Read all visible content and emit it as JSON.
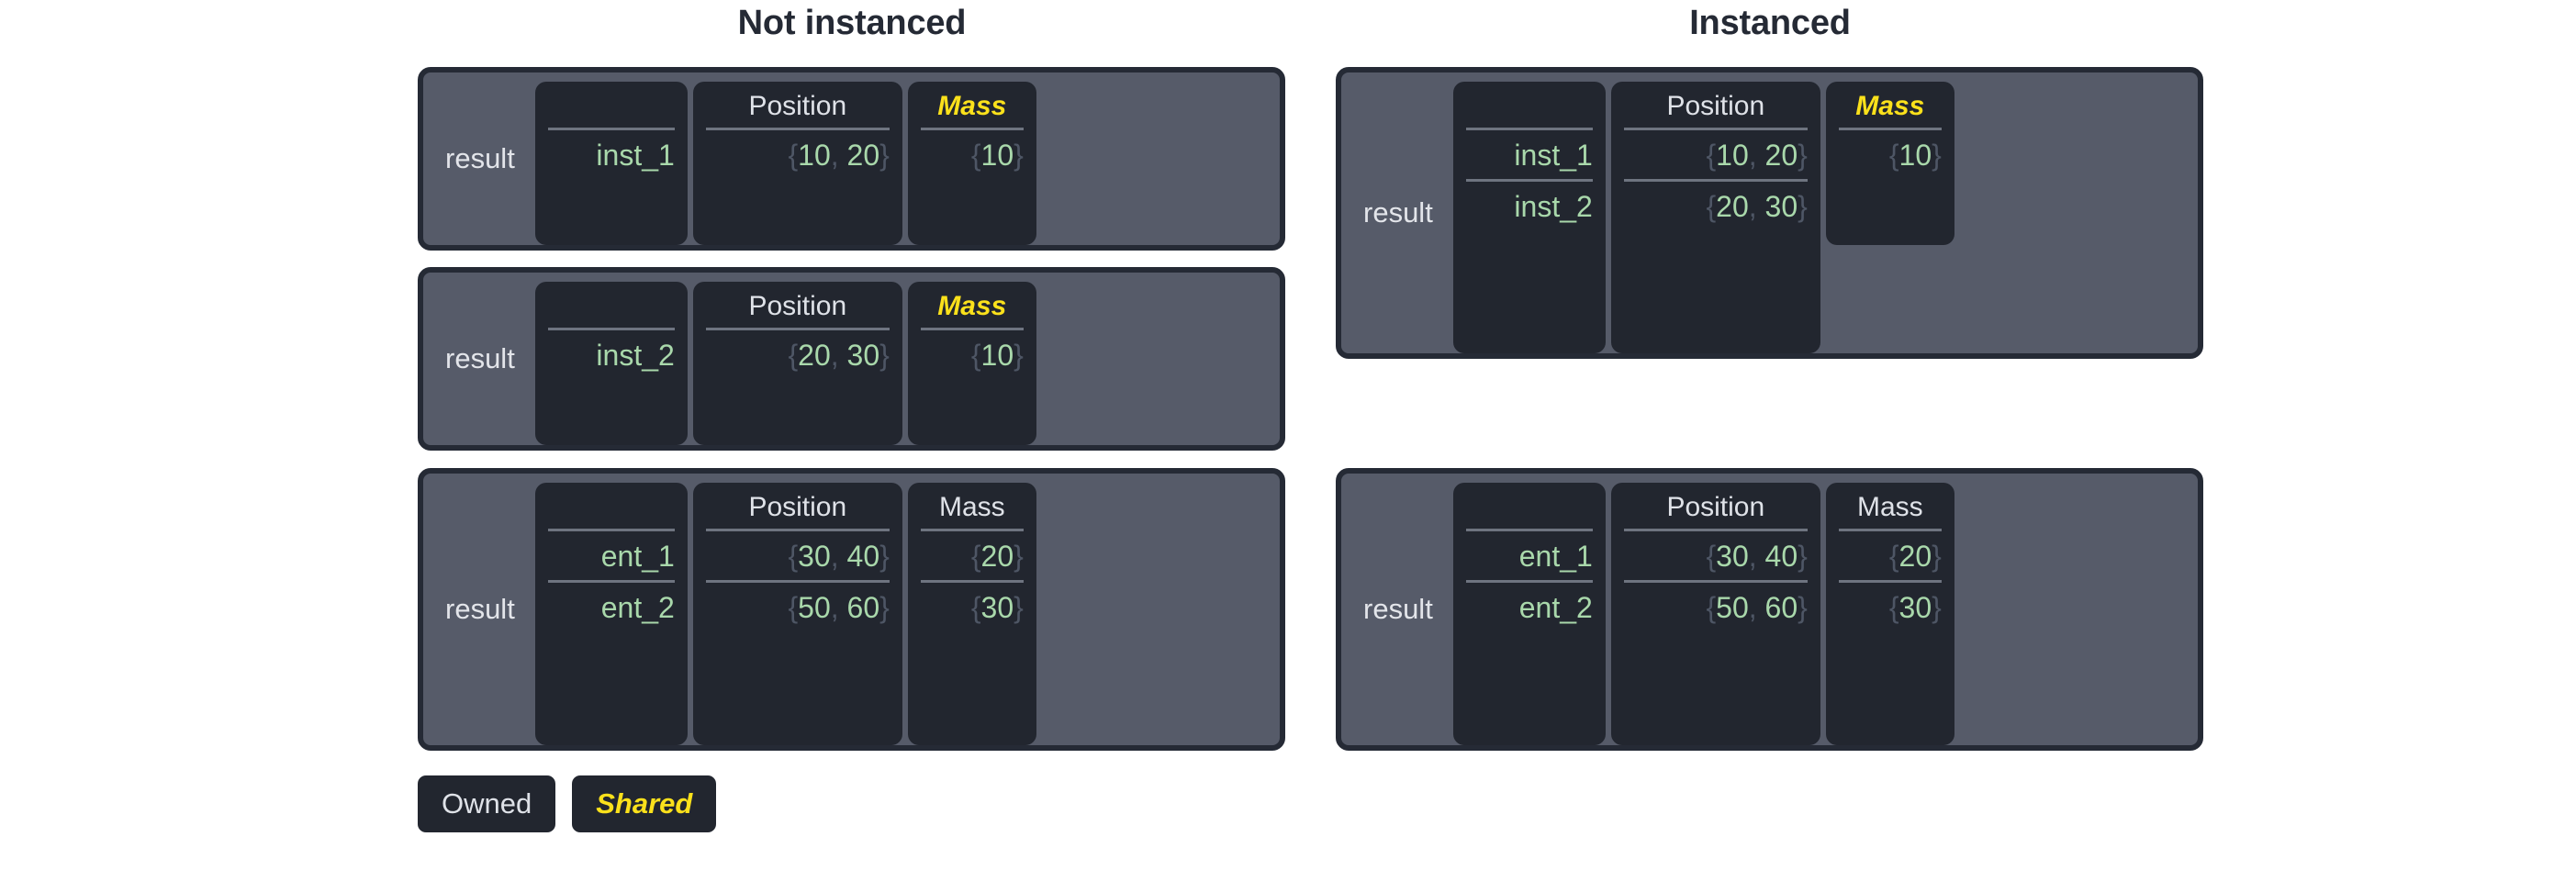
{
  "headings": {
    "left": "Not instanced",
    "right": "Instanced"
  },
  "legend": {
    "owned": "Owned",
    "shared": "Shared"
  },
  "colors": {
    "page_background": "#ffffff",
    "heading_text": "#252a35",
    "table_border": "#252a35",
    "table_fill": "#565b69",
    "column_fill": "#22262f",
    "owned_text": "#dfe2e8",
    "shared_text": "#fbe11b",
    "value_text": "#a9d8ab",
    "brace_text": "#4e5665",
    "divider": "#6e7480"
  },
  "columns": {
    "entity": "",
    "position": "Position",
    "mass": "Mass"
  },
  "tables": [
    {
      "id": "not-instanced-archetype-1",
      "side": "left",
      "owner": "result",
      "headers": [
        "",
        "Position",
        "Mass"
      ],
      "header_shared": [
        false,
        false,
        true
      ],
      "rows": [
        {
          "entity": "inst_1",
          "position": "{10, 20}",
          "mass": "{10}"
        }
      ]
    },
    {
      "id": "not-instanced-archetype-2",
      "side": "left",
      "owner": "result",
      "headers": [
        "",
        "Position",
        "Mass"
      ],
      "header_shared": [
        false,
        false,
        true
      ],
      "rows": [
        {
          "entity": "inst_2",
          "position": "{20, 30}",
          "mass": "{10}"
        }
      ]
    },
    {
      "id": "not-instanced-archetype-3",
      "side": "left",
      "owner": "result",
      "headers": [
        "",
        "Position",
        "Mass"
      ],
      "header_shared": [
        false,
        false,
        false
      ],
      "rows": [
        {
          "entity": "ent_1",
          "position": "{30, 40}",
          "mass": "{20}"
        },
        {
          "entity": "ent_2",
          "position": "{50, 60}",
          "mass": "{30}"
        }
      ]
    },
    {
      "id": "instanced-archetype-1",
      "side": "right",
      "owner": "result",
      "headers": [
        "",
        "Position",
        "Mass"
      ],
      "header_shared": [
        false,
        false,
        true
      ],
      "rows": [
        {
          "entity": "inst_1",
          "position": "{10, 20}",
          "mass": "{10}"
        },
        {
          "entity": "inst_2",
          "position": "{20, 30}",
          "mass": null
        }
      ]
    },
    {
      "id": "instanced-archetype-2",
      "side": "right",
      "owner": "result",
      "headers": [
        "",
        "Position",
        "Mass"
      ],
      "header_shared": [
        false,
        false,
        false
      ],
      "rows": [
        {
          "entity": "ent_1",
          "position": "{30, 40}",
          "mass": "{20}"
        },
        {
          "entity": "ent_2",
          "position": "{50, 60}",
          "mass": "{30}"
        }
      ]
    }
  ]
}
